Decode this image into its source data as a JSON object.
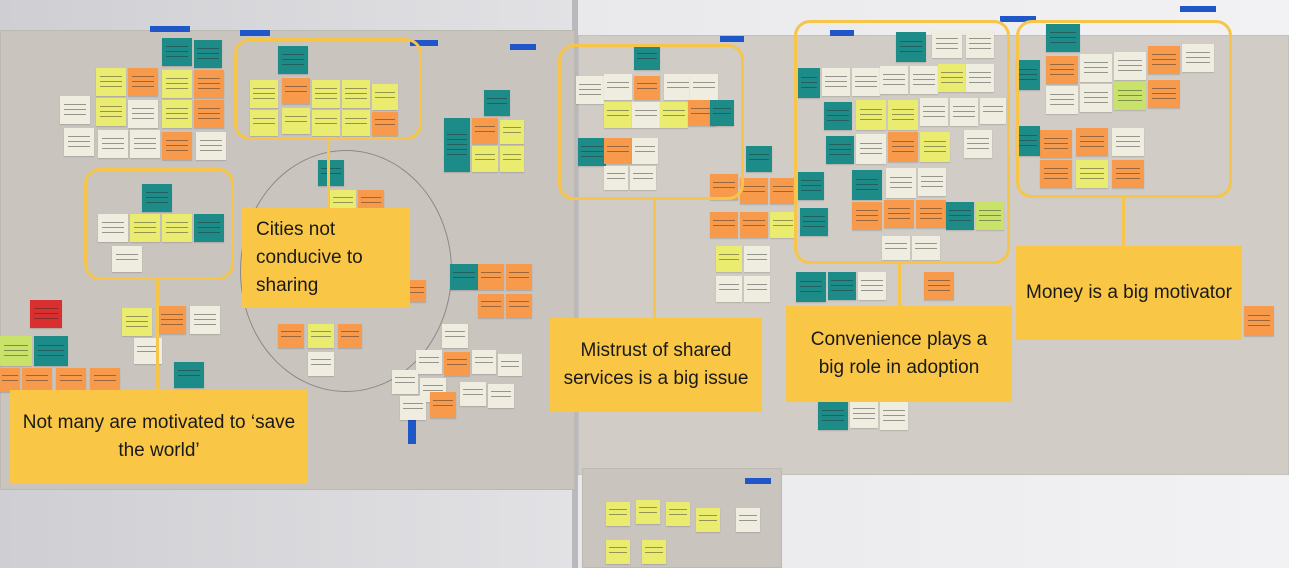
{
  "photo": {
    "description_alt": "Affinity mapping wall with sticky notes"
  },
  "annotations": [
    {
      "id": "save-world",
      "text": "Not many are motivated to ‘save the world’"
    },
    {
      "id": "cities",
      "text": "Cities not conducive to sharing"
    },
    {
      "id": "mistrust",
      "text": "Mistrust of shared services is a big issue"
    },
    {
      "id": "convenience",
      "text": "Convenience plays a big role in adoption"
    },
    {
      "id": "money",
      "text": "Money is a big motivator"
    }
  ],
  "colors": {
    "highlight": "#f7c54a",
    "label_bg": "#f9c646",
    "note_yellow": "#e9ec6f",
    "note_orange": "#f79a4c",
    "note_teal": "#1d8c88",
    "note_white": "#eeede0",
    "tape_blue": "#1f57c9"
  }
}
